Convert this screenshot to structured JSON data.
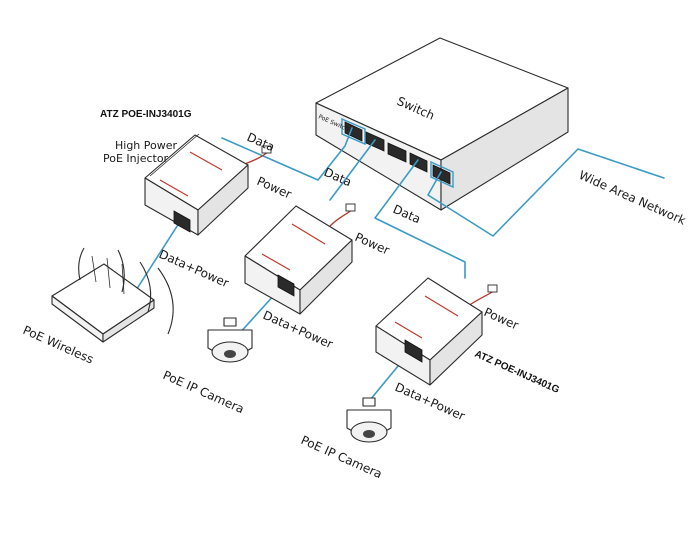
{
  "labels": {
    "switch": "Switch",
    "wan": "Wide Area Network",
    "data_1": "Data",
    "data_2": "Data",
    "data_3": "Data",
    "power_1": "Power",
    "power_2": "Power",
    "power_3": "Power",
    "dp_1": "Data+Power",
    "dp_2": "Data+Power",
    "dp_3": "Data+Power",
    "injector_model_1": "ATZ POE-INJ3401G",
    "injector_model_2": "ATZ POE-INJ3401G",
    "injector_desc_line1": "High Power",
    "injector_desc_line2": "PoE Injector",
    "poe_wireless": "PoE Wireless",
    "poe_camera_1": "PoE IP Camera",
    "poe_camera_2": "PoE IP Camera"
  },
  "colors": {
    "cable": "#3a9bc4",
    "power_cord": "#b23a2a",
    "outline": "#2b2b2b"
  }
}
